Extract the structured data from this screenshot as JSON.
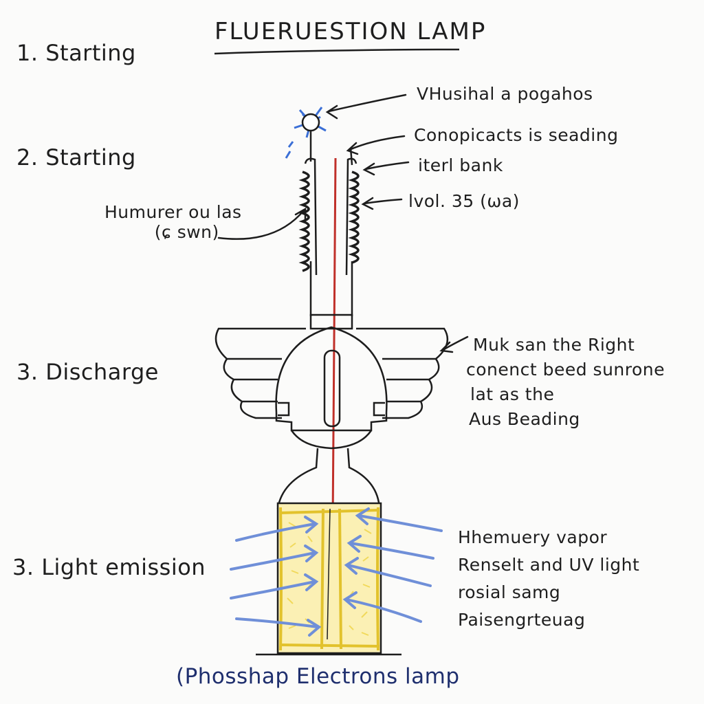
{
  "title": "FLUERUESTION LAMP",
  "steps": [
    {
      "label": "1. Starting"
    },
    {
      "label": "2. Starting"
    },
    {
      "label": "3. Discharge"
    },
    {
      "label": "3. Light emission"
    }
  ],
  "labels": {
    "top_right_1": "VHusihal a pogahos",
    "top_right_2": "Conopicacts is seading",
    "top_right_3": "iterl bank",
    "top_right_4": "lvol. 35 (ωa)",
    "left_coil": [
      "Humurer ou las",
      "(ɕ swn)"
    ],
    "middle_right": [
      "Muk san the Right",
      "conenct beed sunrone",
      "lat as the",
      "Aus Beading"
    ],
    "bottom_right": [
      "Hhemuery vapor",
      "Renselt and UV light",
      "rosial samg",
      "Paisengrteuag"
    ]
  },
  "caption": "(Phosshap Electrons lamp",
  "colors": {
    "ink": "#1d1d1d",
    "filament": "#c0302a",
    "arrows": "#6f8fd8",
    "phosphor": "#ecd24a",
    "spark": "#3b6fd6",
    "caption": "#1f2f6e"
  }
}
